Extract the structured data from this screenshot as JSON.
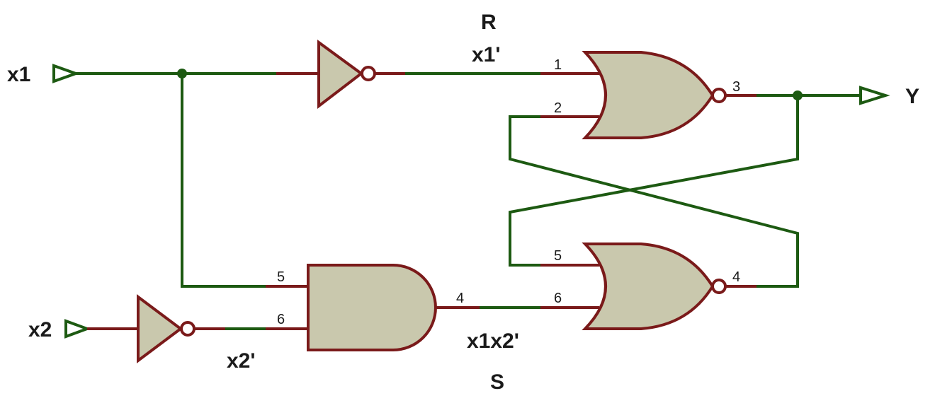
{
  "colors": {
    "wire": "#1d5a12",
    "pin_stub": "#7a1a1a",
    "gate_fill": "#c9c8ad",
    "text": "#1a1a1a"
  },
  "ports": {
    "x1": "x1",
    "x2": "x2",
    "y": "Y"
  },
  "labels": {
    "r": "R",
    "x1_not": "x1'",
    "s": "S",
    "x1x2_not": "x1x2'",
    "x2_not": "x2'"
  },
  "pins": {
    "nor_top_in1": "1",
    "nor_top_in2": "2",
    "nor_top_out": "3",
    "and_in1": "5",
    "and_in2": "6",
    "and_out": "4",
    "nor_bot_in1": "5",
    "nor_bot_in2": "6",
    "nor_bot_out": "4"
  },
  "components": [
    {
      "name": "inverter-x1",
      "type": "NOT"
    },
    {
      "name": "inverter-x2",
      "type": "NOT"
    },
    {
      "name": "and-gate",
      "type": "AND"
    },
    {
      "name": "nor-gate-top",
      "type": "NOR"
    },
    {
      "name": "nor-gate-bottom",
      "type": "NOR"
    }
  ]
}
